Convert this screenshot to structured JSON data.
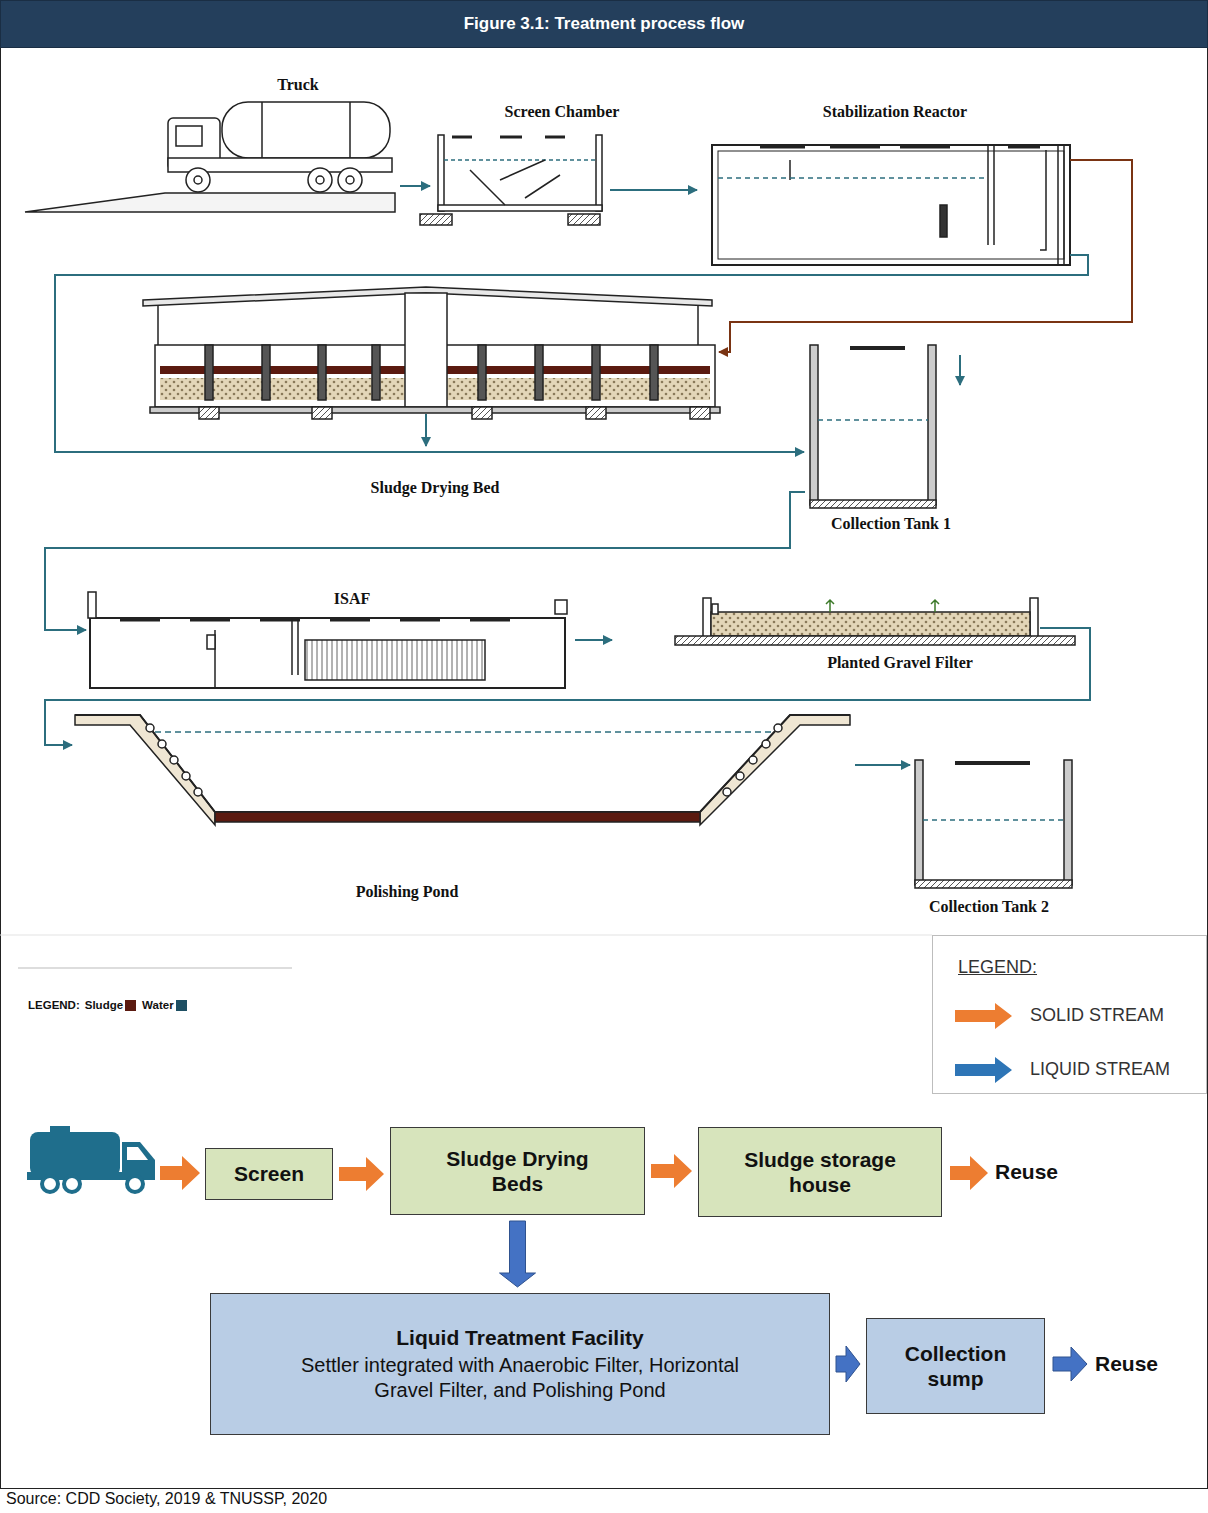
{
  "diagram": {
    "title": "Figure 3.1: Treatment process flow",
    "caption": "Source: CDD Society, 2019 & TNUSSP, 2020",
    "nodes": [
      {
        "text": [
          "Screen"
        ]
      },
      {
        "text": [
          "Sludge Drying Beds"
        ]
      },
      {
        "text": [
          "Sludge storage house"
        ]
      },
      {
        "text": [
          "Liquid Treatment Facility",
          "Settler integrated with Anaerobic Filter, Horizontal Gravel Filter, and Polishing Pond"
        ]
      },
      {
        "text": [
          "Collection sump"
        ]
      }
    ],
    "edges": [
      {
        "from": 0,
        "to": 1,
        "arrow": "to"
      },
      {
        "from": 1,
        "to": 2,
        "arrow": "to"
      },
      {
        "from": 1,
        "to": 3,
        "arrow": "to"
      },
      {
        "from": 3,
        "to": 4,
        "arrow": "to"
      }
    ],
    "labels": [
      "Truck",
      "Screen Chamber",
      "Stabilization Reactor",
      "Sludge Drying Bed",
      "Collection Tank 1",
      "ISAF",
      "Planted Gravel Filter",
      "Polishing Pond",
      "Collection Tank 2",
      "LEGEND:",
      "LEGEND:",
      "Reuse",
      "Reuse"
    ],
    "legend": [
      {
        "text": "Sludge",
        "color": "#5b1a10"
      },
      {
        "text": "Water",
        "color": "#1e4f63"
      },
      {
        "text": "SOLID STREAM"
      },
      {
        "text": "LIQUID STREAM"
      }
    ]
  }
}
